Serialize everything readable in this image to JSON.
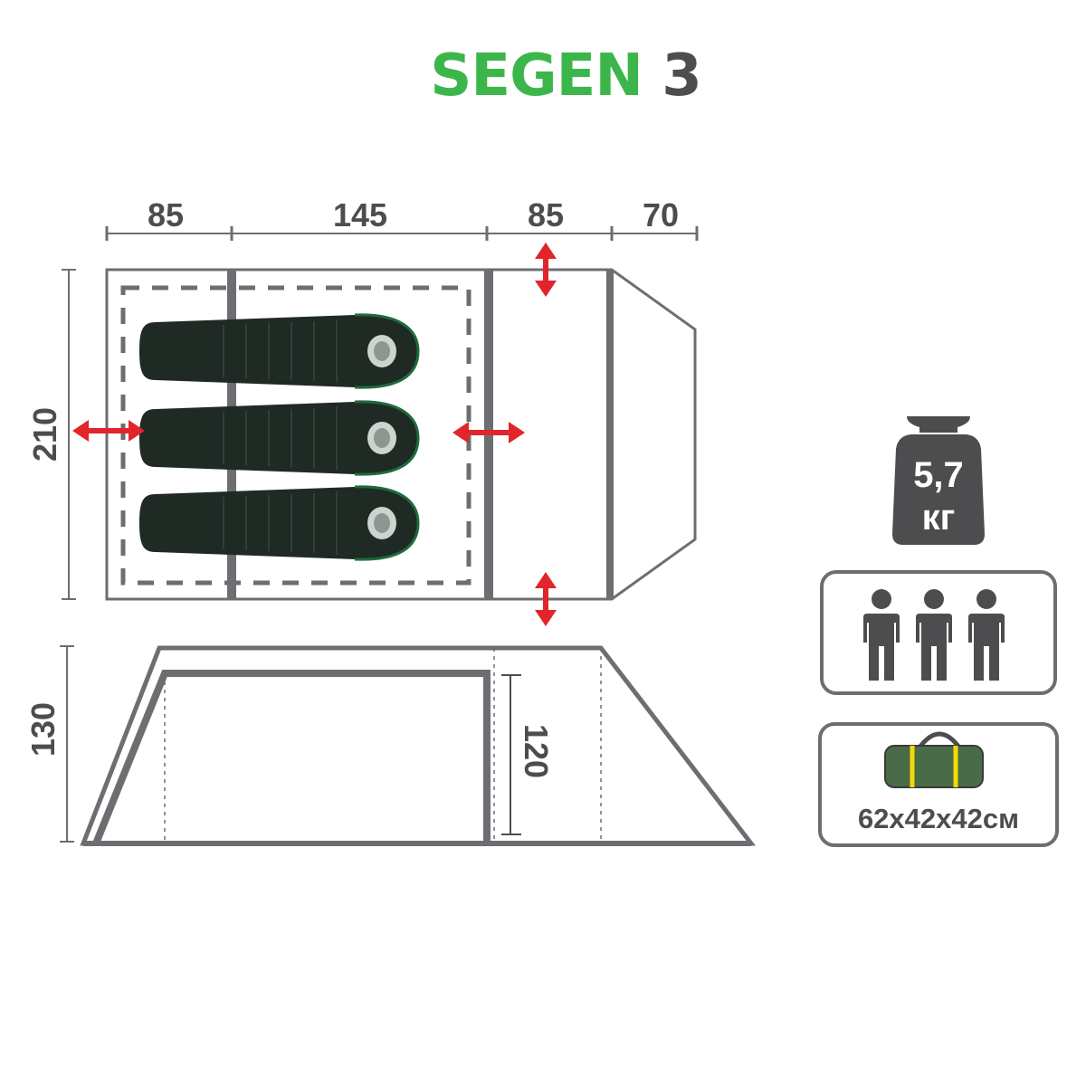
{
  "title": {
    "name": "SEGEN",
    "number": "3"
  },
  "dimensions": {
    "top": [
      "85",
      "145",
      "85",
      "70"
    ],
    "width": "210",
    "height_outer": "130",
    "height_inner": "120"
  },
  "specs": {
    "weight_value": "5,7",
    "weight_unit": "кг",
    "capacity_persons": 3,
    "pack_size": "62x42x42см"
  },
  "colors": {
    "brand_green": "#3cb64a",
    "line_gray": "#6d6e71",
    "arrow_red": "#e2242b",
    "bag_green": "#4a6b47",
    "strap_yellow": "#f5d90a"
  }
}
